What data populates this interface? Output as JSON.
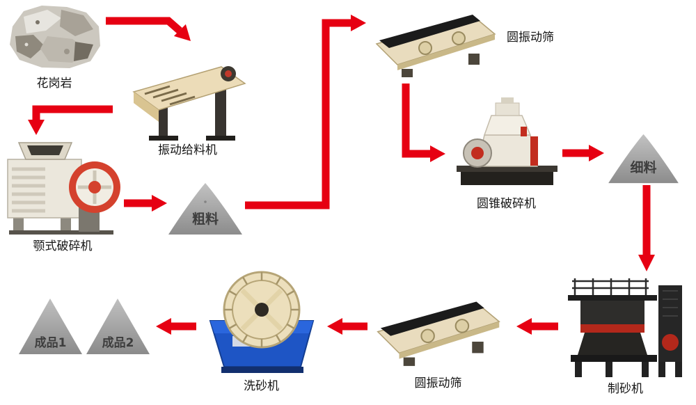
{
  "diagram": {
    "type": "process-flowchart",
    "subject": "granite crushing and sand production line",
    "accent_color": "#e60012",
    "nodes": {
      "granite": {
        "label": "花岗岩"
      },
      "feeder": {
        "label": "振动给料机"
      },
      "jaw_crusher": {
        "label": "颚式破碎机"
      },
      "coarse_material": {
        "label": "粗料"
      },
      "screen_top": {
        "label": "圆振动筛"
      },
      "cone_crusher": {
        "label": "圆锥破碎机"
      },
      "fine_material": {
        "label": "细料"
      },
      "sand_maker": {
        "label": "制砂机"
      },
      "screen_bottom": {
        "label": "圆振动筛"
      },
      "sand_washer": {
        "label": "洗砂机"
      },
      "product_1": {
        "label": "成品1"
      },
      "product_2": {
        "label": "成品2"
      }
    },
    "edges": [
      {
        "from": "granite",
        "to": "feeder"
      },
      {
        "from": "feeder",
        "to": "jaw_crusher"
      },
      {
        "from": "jaw_crusher",
        "to": "coarse_material"
      },
      {
        "from": "coarse_material",
        "to": "screen_top"
      },
      {
        "from": "screen_top",
        "to": "cone_crusher"
      },
      {
        "from": "cone_crusher",
        "to": "fine_material"
      },
      {
        "from": "fine_material",
        "to": "sand_maker"
      },
      {
        "from": "sand_maker",
        "to": "screen_bottom"
      },
      {
        "from": "screen_bottom",
        "to": "sand_washer"
      },
      {
        "from": "sand_washer",
        "to": "product_2"
      }
    ]
  }
}
